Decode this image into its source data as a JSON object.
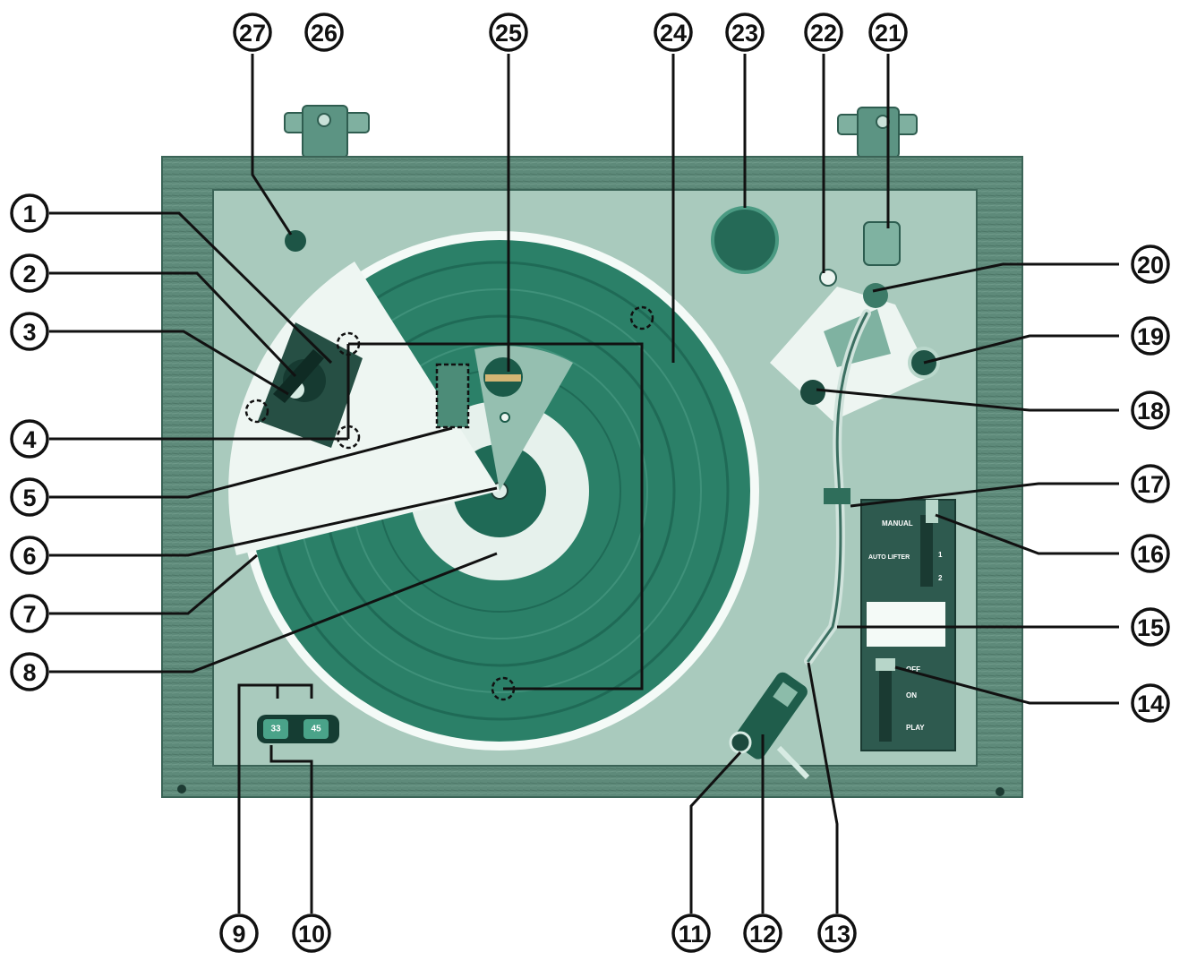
{
  "diagram": {
    "callouts": [
      "1",
      "2",
      "3",
      "4",
      "5",
      "6",
      "7",
      "8",
      "9",
      "10",
      "11",
      "12",
      "13",
      "14",
      "15",
      "16",
      "17",
      "18",
      "19",
      "20",
      "21",
      "22",
      "23",
      "24",
      "25",
      "26",
      "27"
    ],
    "panel_labels": {
      "manual": "MANUAL",
      "auto_lift": "AUTO LIFTER",
      "mode_1": "1",
      "mode_2": "2",
      "off": "OFF",
      "on": "ON",
      "play": "PLAY"
    },
    "speed_buttons": [
      "33",
      "45"
    ]
  },
  "colors": {
    "teal_dark": "#2a7c66",
    "teal_mid": "#5fa38e",
    "teal_light": "#b9d7cb",
    "plinth_wood": "#5f8a7b",
    "top_plate": "#a7c8bc",
    "outline": "#111111"
  }
}
